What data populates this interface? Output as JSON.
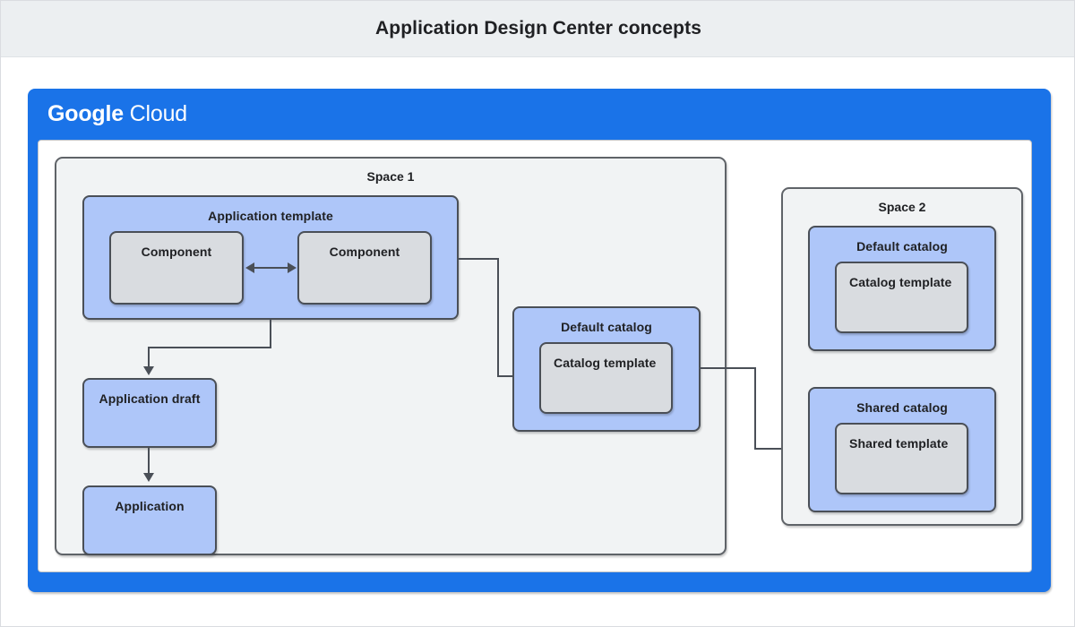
{
  "header": {
    "title": "Application Design Center concepts"
  },
  "cloud": {
    "brand_bold": "Google",
    "brand_light": "Cloud",
    "frame_color": "#1a73e8"
  },
  "colors": {
    "blue_node": "#aec6f9",
    "grey_node": "#d9dce0",
    "space_bg": "#f1f3f4",
    "border": "#4a4f57",
    "header_band": "#eceff1",
    "brand_blue": "#1a73e8"
  },
  "space1": {
    "label": "Space 1",
    "application_template": {
      "label": "Application template",
      "components": [
        {
          "label": "Component"
        },
        {
          "label": "Component"
        }
      ]
    },
    "application_draft": {
      "label": "Application draft"
    },
    "application": {
      "label": "Application"
    },
    "default_catalog": {
      "label": "Default catalog",
      "template": {
        "label": "Catalog template"
      }
    }
  },
  "space2": {
    "label": "Space 2",
    "default_catalog": {
      "label": "Default catalog",
      "template": {
        "label": "Catalog template"
      }
    },
    "shared_catalog": {
      "label": "Shared catalog",
      "template": {
        "label": "Shared template"
      }
    }
  }
}
